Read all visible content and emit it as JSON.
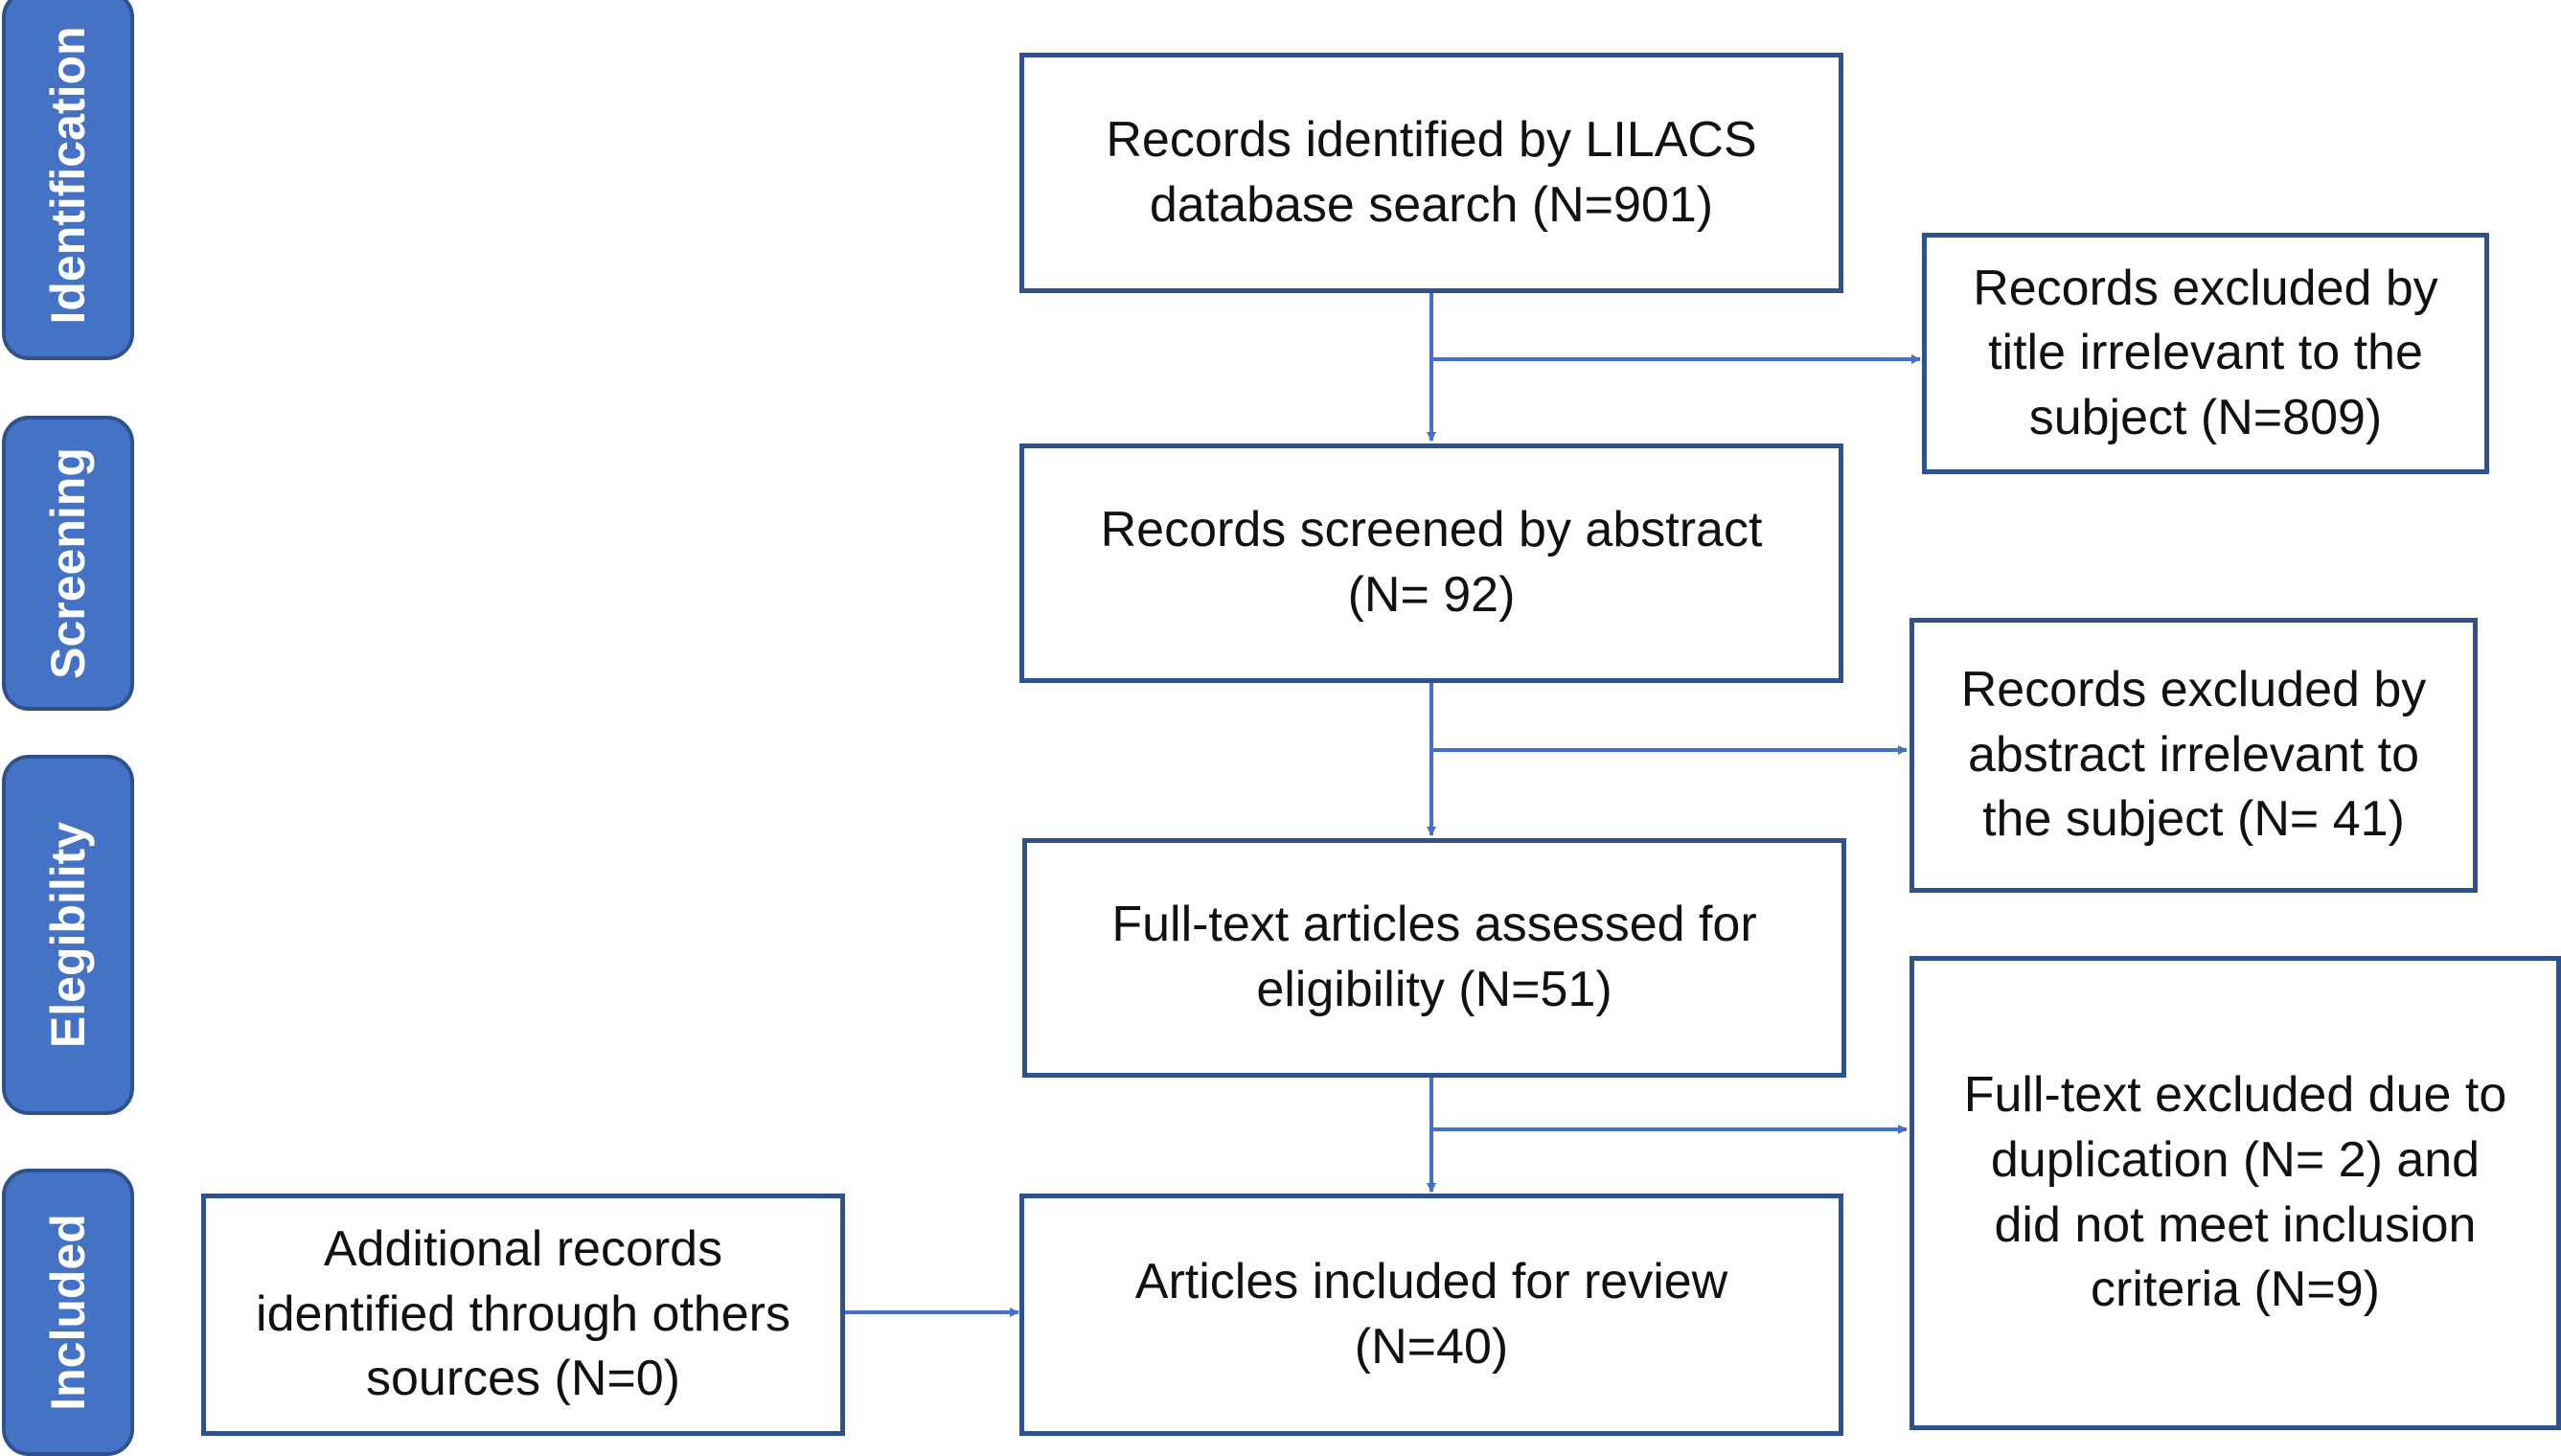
{
  "stages": {
    "identification": "Identification",
    "screening": "Screening",
    "elegibility": "Elegibility",
    "included": "Included"
  },
  "boxes": {
    "identified": [
      "Records identified by LILACS",
      "database search (N=901)"
    ],
    "excluded_title": [
      "Records excluded by",
      "title irrelevant to the",
      "subject (N=809)"
    ],
    "screened": [
      "Records screened by abstract",
      "(N= 92)"
    ],
    "excluded_abstract": [
      "Records excluded by",
      "abstract irrelevant to",
      "the subject (N= 41)"
    ],
    "fulltext": [
      "Full-text articles assessed for",
      "eligibility (N=51)"
    ],
    "excluded_fulltext": [
      "Full-text excluded due to",
      "duplication (N= 2) and",
      "did not meet inclusion",
      "criteria (N=9)"
    ],
    "additional": [
      "Additional records",
      "identified through others",
      "sources (N=0)"
    ],
    "included": [
      "Articles included for review",
      "(N=40)"
    ]
  },
  "colors": {
    "stage_fill": "#4472c4",
    "box_border": "#2f528f",
    "arrow": "#4472c4"
  }
}
